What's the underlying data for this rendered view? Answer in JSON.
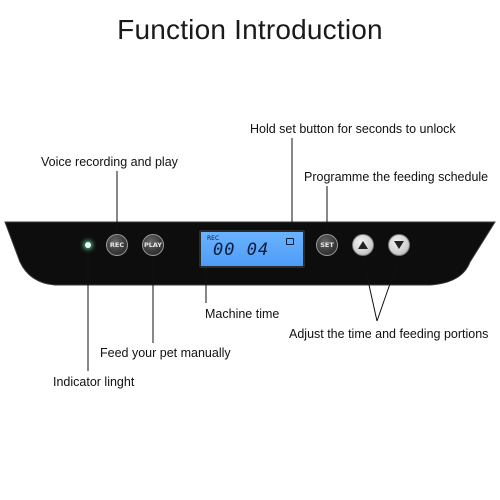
{
  "title": "Function Introduction",
  "callouts": {
    "unlock": "Hold set button for seconds to unlock",
    "voice": "Voice recording and play",
    "schedule": "Programme the feeding schedule",
    "machine_time": "Machine time",
    "adjust": "Adjust the time and feeding portions",
    "feed": "Feed your pet manually",
    "indicator": "Indicator linght"
  },
  "panel": {
    "rec_label": "REC",
    "play_label": "PLAY",
    "set_label": "SET",
    "lcd_digits": "00 04",
    "lcd_small": "REC",
    "lcd_color": "#5aa7fb",
    "panel_color": "#0d0d0d"
  }
}
